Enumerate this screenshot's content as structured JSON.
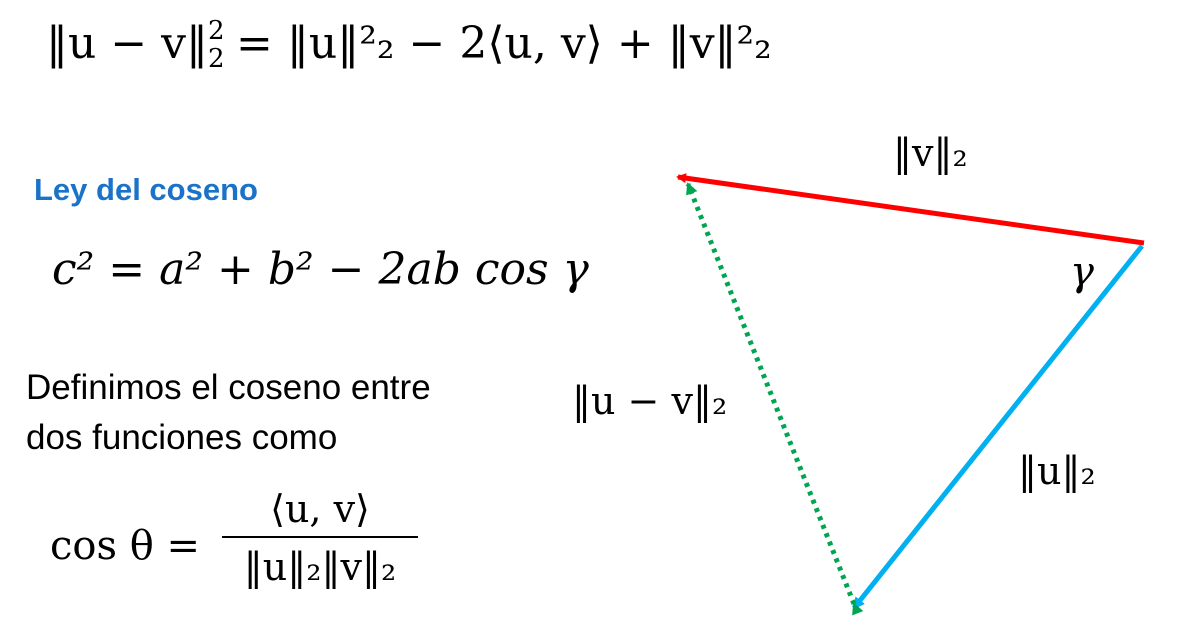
{
  "formulas": {
    "norm_identity_lhs": "‖u − v‖",
    "norm_identity_rhs": "= ‖u‖²₂ − 2⟨u, v⟩ + ‖v‖²₂",
    "law_of_cosines": "c² = a² + b² − 2ab cos γ",
    "cos_theta_lhs": "cos θ =",
    "cos_theta_numerator": "⟨u, v⟩",
    "cos_theta_denominator": "‖u‖₂‖v‖₂"
  },
  "texts": {
    "heading": "Ley del coseno",
    "definition_line1": "Definimos el coseno entre",
    "definition_line2": "dos funciones como"
  },
  "diagram": {
    "label_v": "‖v‖₂",
    "label_u": "‖u‖₂",
    "label_u_minus_v": "‖u − v‖₂",
    "label_gamma": "γ"
  },
  "colors": {
    "heading": "#1a73c8",
    "vector_v": "#ff0000",
    "vector_u": "#00b0f0",
    "vector_u_minus_v": "#00a550"
  }
}
